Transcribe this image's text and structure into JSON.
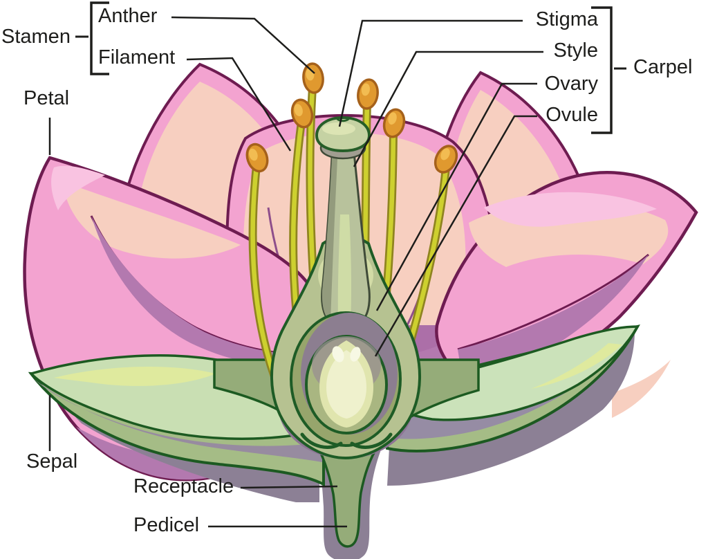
{
  "labels": {
    "stamen": "Stamen",
    "anther": "Anther",
    "filament": "Filament",
    "petal": "Petal",
    "sepal": "Sepal",
    "receptacle": "Receptacle",
    "pedicel": "Pedicel",
    "stigma": "Stigma",
    "style": "Style",
    "ovary": "Ovary",
    "ovule": "Ovule",
    "carpel": "Carpel"
  },
  "groups": {
    "stamen_bracket_children": [
      "Anther",
      "Filament"
    ],
    "carpel_bracket_children": [
      "Stigma",
      "Style",
      "Ovary",
      "Ovule"
    ]
  },
  "colors": {
    "background": "#FFFFFF",
    "label_text": "#1D1D1B",
    "leader_line": "#1D1D1B",
    "petal_pink": "#F3A3D0",
    "petal_light_pink": "#F9C3E1",
    "petal_highlight": "#F7CFC0",
    "petal_shadow": "#B379AF",
    "petal_deep": "#A93A98",
    "petal_outline": "#6E1C51",
    "filament_yellow": "#CDD02F",
    "filament_edge": "#8F8420",
    "anther_orange": "#E0992F",
    "anther_outline": "#A5611B",
    "anther_highlight": "#F2BC52",
    "sepal_light_green": "#C9DFB3",
    "sepal_highlight": "#DFEA9E",
    "sepal_sage": "#A5BC86",
    "sepal_gray": "#978BA0",
    "green_outline": "#1C5A21",
    "receptacle_green": "#95AC79",
    "receptacle_gray": "#8C8095",
    "ovary_sage": "#B6C291",
    "ovary_ring_olive": "#97A56C",
    "ovary_ring_gray": "#8C7E90",
    "ovary_inner_sage": "#A9B681",
    "ovary_cup_purple": "#8D7494",
    "ovule_pale": "#E0E5AE",
    "ovule_light": "#EFF1CD",
    "style_fill": "#B8C29C",
    "style_shadow": "#939B7D",
    "style_light": "#CFDCA6",
    "stigma_fill": "#C5D2A3",
    "stigma_under": "#A19D91"
  }
}
